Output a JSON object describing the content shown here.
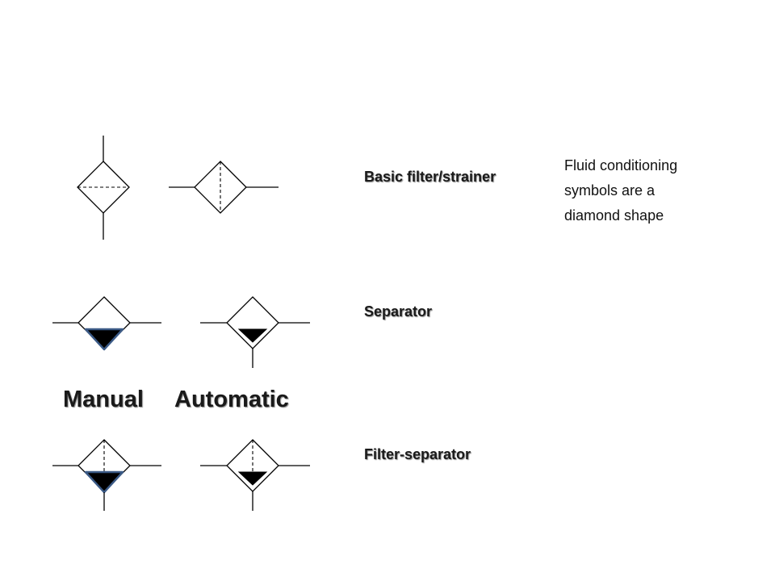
{
  "slide": {
    "rows": [
      {
        "key": "basic",
        "label": "Basic filter/strainer"
      },
      {
        "key": "separator",
        "label": "Separator"
      },
      {
        "key": "filter_separator",
        "label": "Filter-separator"
      }
    ],
    "modes": {
      "manual": "Manual",
      "automatic": "Automatic"
    },
    "note_lines": [
      "Fluid conditioning",
      "symbols are a",
      "diamond shape"
    ]
  },
  "colors": {
    "stroke": "#000000",
    "manual_drain_outline": "#3b5a86",
    "fill": "#000000"
  }
}
